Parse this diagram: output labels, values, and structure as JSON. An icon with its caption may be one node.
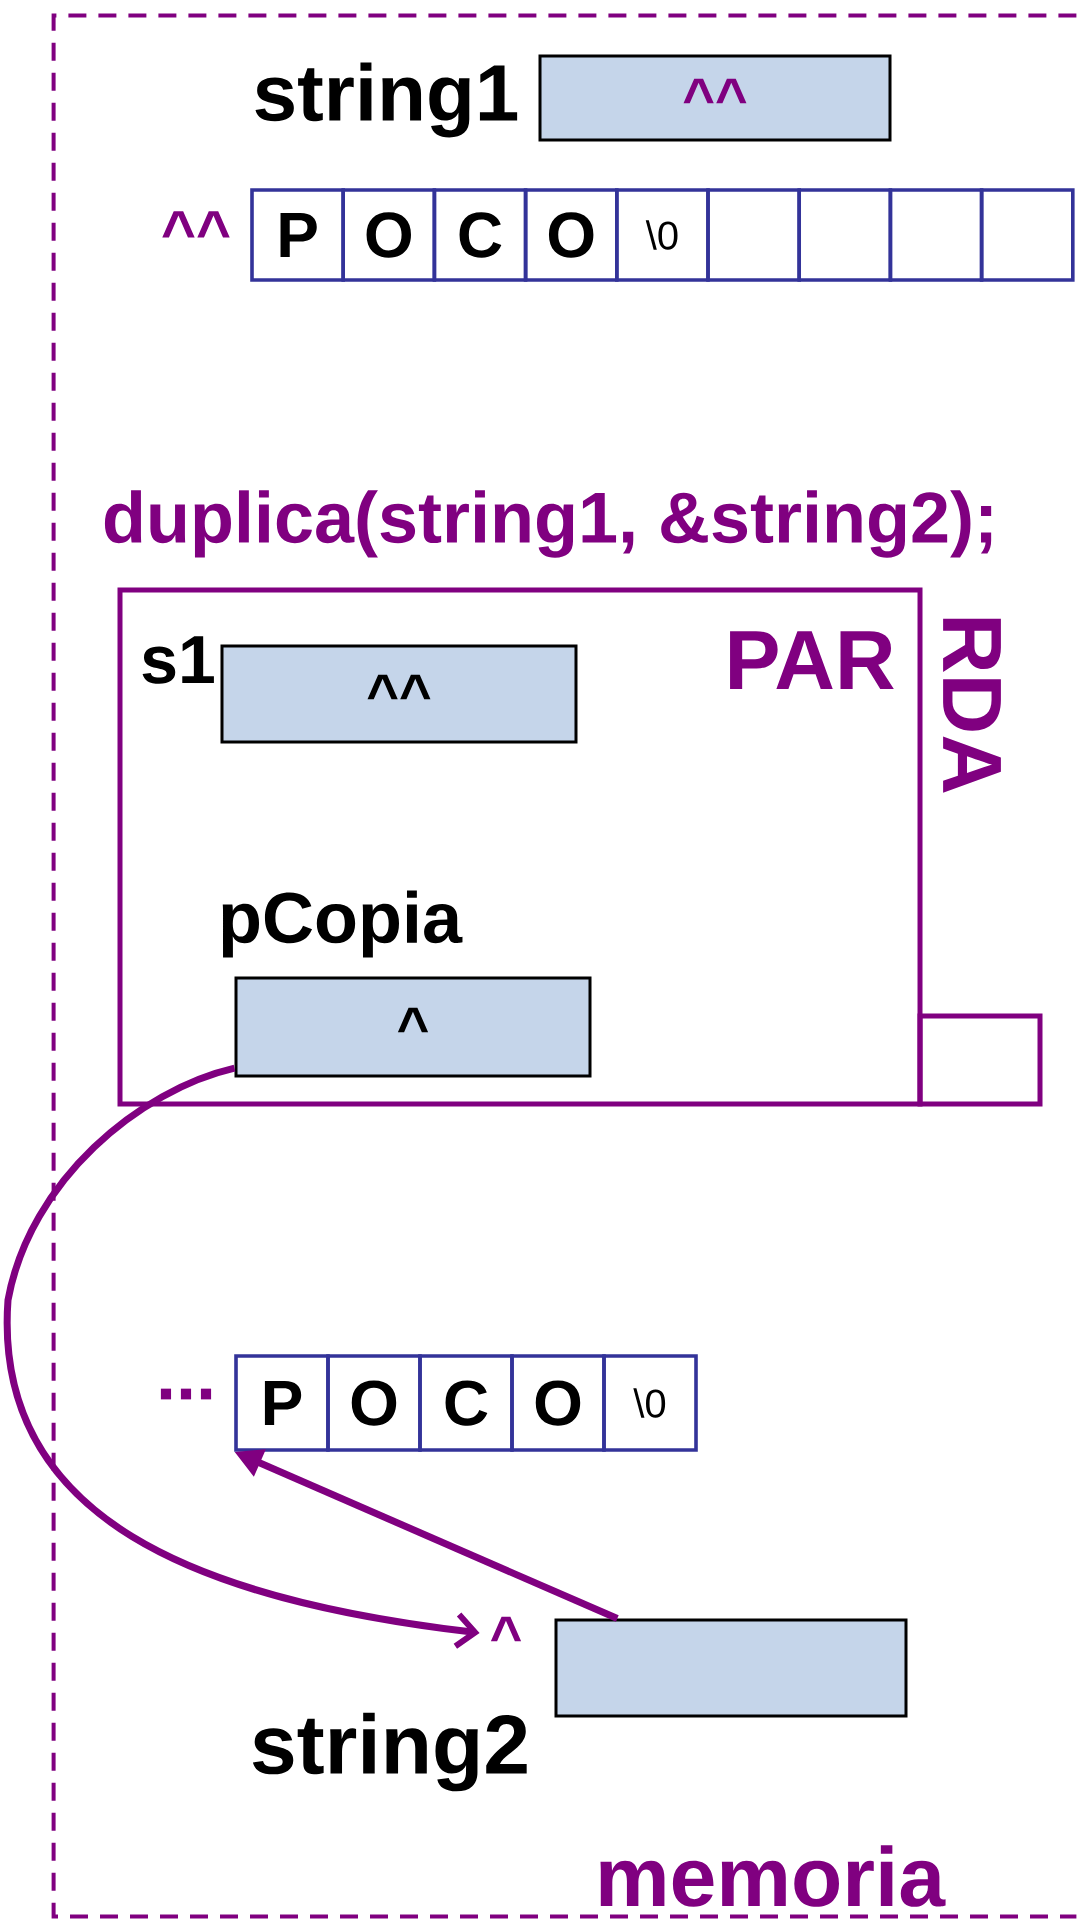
{
  "diagram": {
    "nodes": [
      {
        "text": [
          "memoria"
        ]
      },
      {
        "text": [
          "^^"
        ],
        "beside": [
          "string1"
        ],
        "in": 0
      },
      {
        "text": [
          "P"
        ],
        "in": 0
      },
      {
        "text": [
          "O"
        ],
        "in": 0
      },
      {
        "text": [
          "C"
        ],
        "in": 0
      },
      {
        "text": [
          "O"
        ],
        "in": 0
      },
      {
        "text": [
          "\\0"
        ],
        "in": 0
      },
      {
        "text": [],
        "shape": "box",
        "in": 0
      },
      {
        "text": [],
        "shape": "box",
        "in": 0
      },
      {
        "text": [],
        "shape": "box",
        "in": 0
      },
      {
        "text": [],
        "shape": "box",
        "in": 0
      },
      {
        "text": [
          "PAR"
        ],
        "in": 0
      },
      {
        "text": [],
        "shape": "box",
        "in": 0
      },
      {
        "text": [
          "^^"
        ],
        "beside": [
          "s1"
        ],
        "in": 11
      },
      {
        "text": [
          "^"
        ],
        "beside": [
          "pCopia"
        ],
        "in": 11
      },
      {
        "text": [
          "P"
        ],
        "in": 0
      },
      {
        "text": [
          "O"
        ],
        "in": 0
      },
      {
        "text": [
          "C"
        ],
        "in": 0
      },
      {
        "text": [
          "O"
        ],
        "in": 0
      },
      {
        "text": [
          "\\0"
        ],
        "in": 0
      },
      {
        "text": [
          "^"
        ],
        "in": 0
      },
      {
        "text": [],
        "shape": "box",
        "beside": [
          "string2"
        ],
        "in": 0
      }
    ],
    "edges": [
      {
        "from": 14,
        "to": 20,
        "arrow": "to"
      },
      {
        "from": 21,
        "to": 15,
        "arrow": "to"
      }
    ],
    "labels": [
      "^^",
      "duplica(string1, &string2);",
      "RDA",
      "..."
    ]
  }
}
